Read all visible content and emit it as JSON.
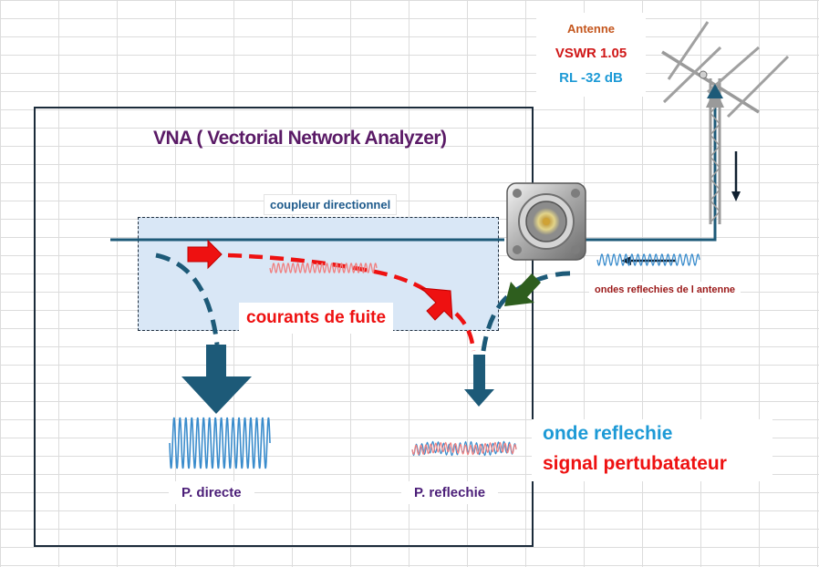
{
  "vna": {
    "title": "VNA ( Vectorial Network Analyzer)"
  },
  "coupler": {
    "label": "coupleur directionnel"
  },
  "leakage": {
    "label": "courants de fuite"
  },
  "ports": {
    "direct_label": "P. directe",
    "reflected_label": "P. reflechie"
  },
  "reflected": {
    "wave_label": "onde reflechie",
    "signal_label": "signal  pertubatateur"
  },
  "antenna": {
    "name": "Antenne",
    "vswr": "VSWR 1.05",
    "rl": "RL  -32 dB",
    "reflected_waves_label": "ondes reflechies de l antenne"
  },
  "colors": {
    "frame": "#1b2b3a",
    "teal": "#1d5a78",
    "leak_red": "#ee1111",
    "arrow_green": "#2e5e1e",
    "title_purple": "#5a1a66",
    "coupler_fill": "#d9e7f6",
    "wave_blue": "#3a8ccc",
    "wave_pink": "#f08080"
  },
  "icons": [
    "n-type-connector-icon",
    "yagi-antenna-icon",
    "sine-wave-icon",
    "down-arrow-icon"
  ]
}
